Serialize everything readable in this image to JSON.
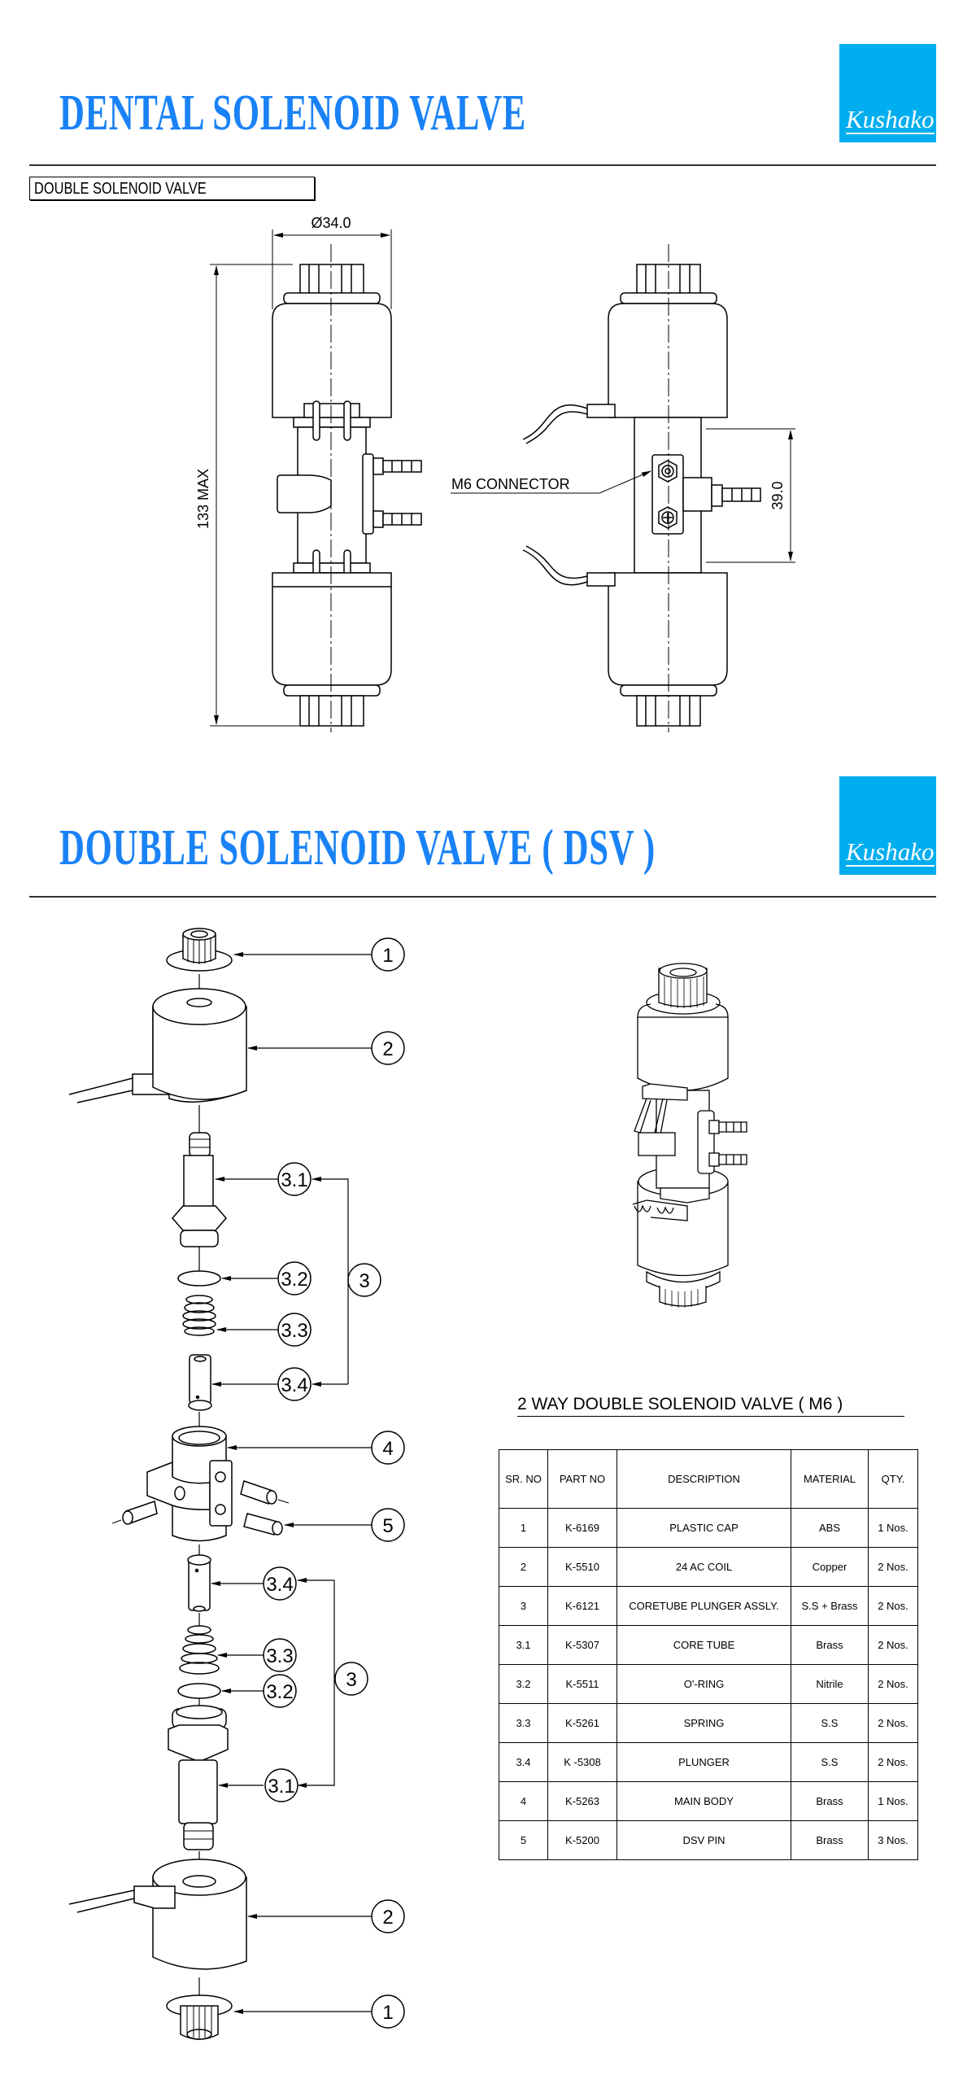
{
  "header1": {
    "title": "DENTAL SOLENOID VALVE",
    "logo": "Kushako"
  },
  "section_label": "DOUBLE SOLENOID VALVE",
  "drawing": {
    "diameter_dim": "Ø34.0",
    "height_dim": "133 MAX",
    "spacing_dim": "39.0",
    "connector_label": "M6 CONNECTOR"
  },
  "header2": {
    "title": "DOUBLE SOLENOID VALVE ( DSV )",
    "logo": "Kushako"
  },
  "callouts": {
    "cap": "1",
    "coil": "2",
    "assembly": "3",
    "core_tube": "3.1",
    "o_ring": "3.2",
    "spring": "3.3",
    "plunger": "3.4",
    "body": "4",
    "pin": "5"
  },
  "parts_table": {
    "title": "2 WAY DOUBLE SOLENOID  VALVE ( M6 )",
    "headers": [
      "SR. NO",
      "PART NO",
      "DESCRIPTION",
      "MATERIAL",
      "QTY."
    ],
    "rows": [
      [
        "1",
        "K-6169",
        "PLASTIC CAP",
        "ABS",
        "1 Nos."
      ],
      [
        "2",
        "K-5510",
        "24 AC COIL",
        "Copper",
        "2 Nos."
      ],
      [
        "3",
        "K-6121",
        "CORETUBE PLUNGER ASSLY.",
        "S.S + Brass",
        "2 Nos."
      ],
      [
        "3.1",
        "K-5307",
        "CORE TUBE",
        "Brass",
        "2 Nos."
      ],
      [
        "3.2",
        "K-5511",
        "O'-RING",
        "Nitrile",
        "2 Nos."
      ],
      [
        "3.3",
        "K-5261",
        "SPRING",
        "S.S",
        "2 Nos."
      ],
      [
        "3.4",
        "K -5308",
        "PLUNGER",
        "S.S",
        "2 Nos."
      ],
      [
        "4",
        "K-5263",
        "MAIN BODY",
        "Brass",
        "1 Nos."
      ],
      [
        "5",
        "K-5200",
        "DSV PIN",
        "Brass",
        "3 Nos."
      ]
    ]
  },
  "colors": {
    "title": "#1a82f7",
    "logo_bg": "#00adef"
  }
}
